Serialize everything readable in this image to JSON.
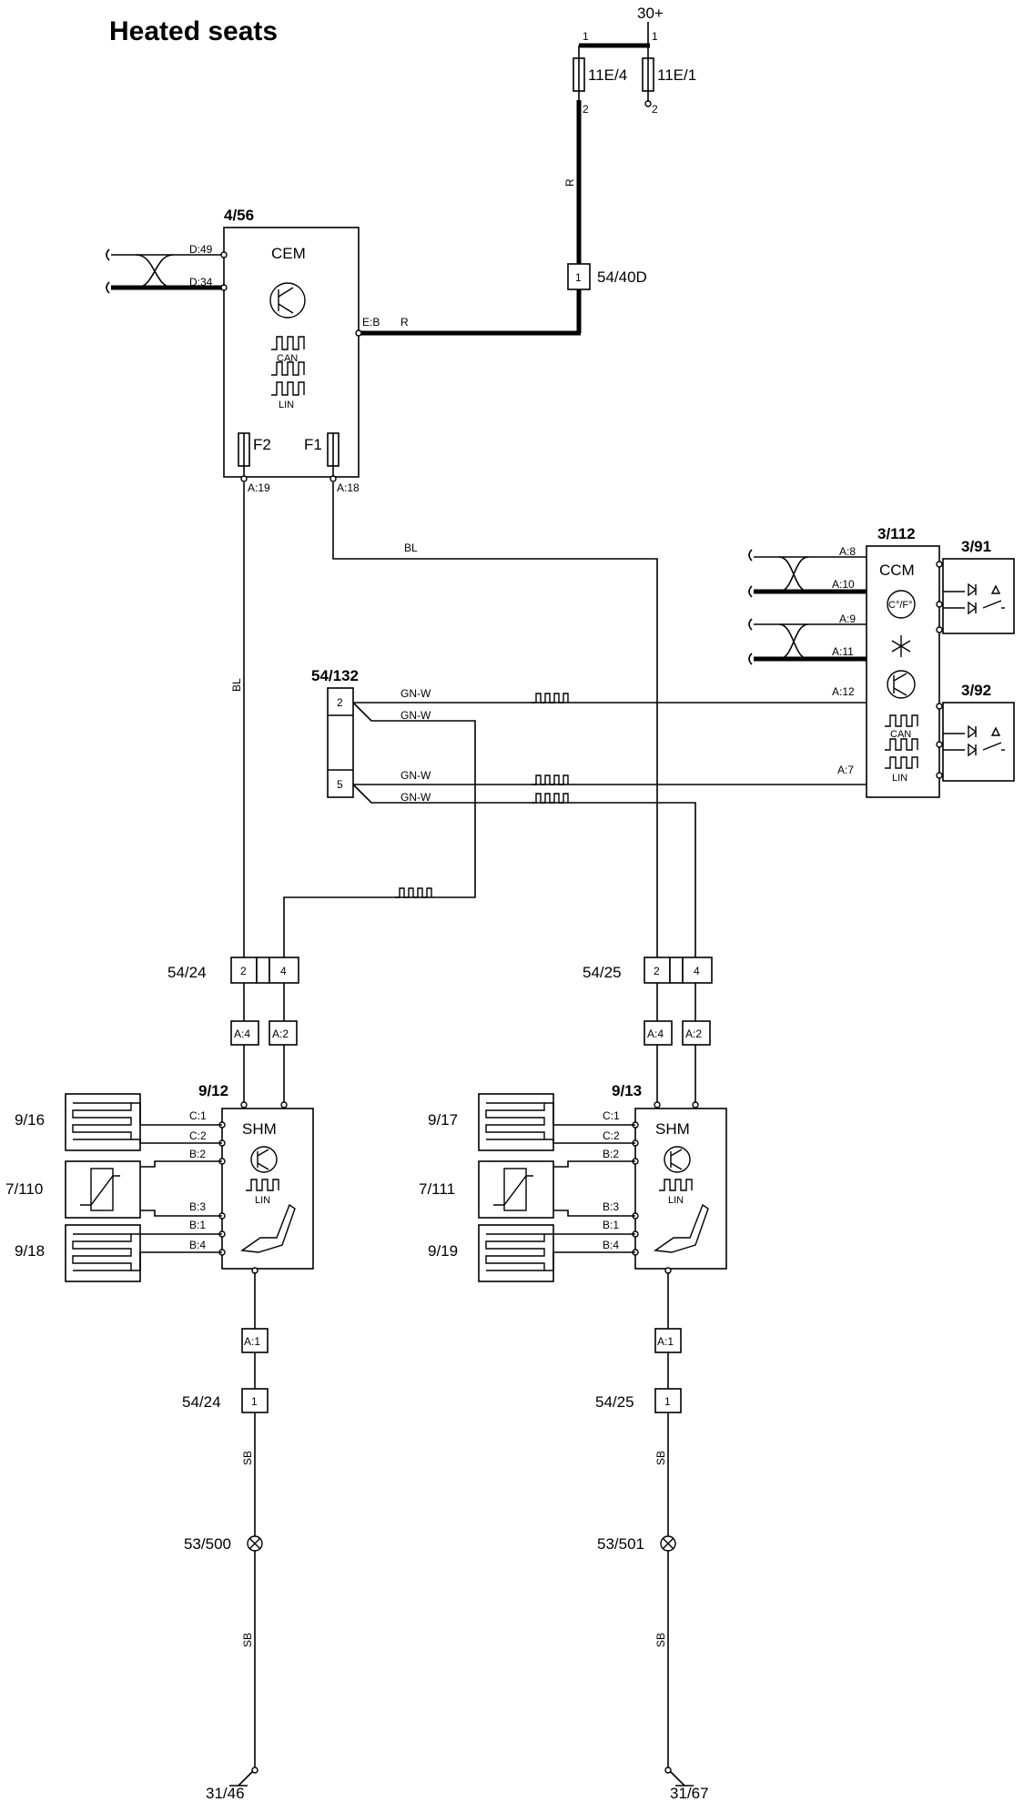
{
  "title": "Heated seats",
  "supply": {
    "terminal": "30+",
    "fuse_a": "11E/4",
    "fuse_b": "11E/1",
    "pin1": "1",
    "pin2": "2",
    "wire_color_r": "R"
  },
  "connector_54_40d": {
    "id": "54/40D",
    "pin": "1"
  },
  "cem": {
    "id": "4/56",
    "name": "CEM",
    "can": "CAN",
    "lin": "LIN",
    "fuse_f1": "F1",
    "fuse_f2": "F2",
    "pin_d49": "D:49",
    "pin_d34": "D:34",
    "pin_eb": "E:B",
    "pin_a19": "A:19",
    "pin_a18": "A:18"
  },
  "ccm": {
    "id": "3/112",
    "name": "CCM",
    "can": "CAN",
    "lin": "LIN",
    "temp_symbol": "C°/F°",
    "pin_a8": "A:8",
    "pin_a10": "A:10",
    "pin_a9": "A:9",
    "pin_a11": "A:11",
    "pin_a12": "A:12",
    "pin_a7": "A:7"
  },
  "switch_3_91": "3/91",
  "switch_3_92": "3/92",
  "connector_54_132": {
    "id": "54/132",
    "pin2": "2",
    "pin5": "5"
  },
  "wire_colors": {
    "bl": "BL",
    "gn_w": "GN-W",
    "sb": "SB"
  },
  "left": {
    "conn_top": "54/24",
    "pin2": "2",
    "pin4": "4",
    "pin_a4": "A:4",
    "pin_a2": "A:2",
    "module_id": "9/12",
    "module_name": "SHM",
    "lin": "LIN",
    "pin_c1": "C:1",
    "pin_c2": "C:2",
    "pin_b2": "B:2",
    "pin_b3": "B:3",
    "pin_b1": "B:1",
    "pin_b4": "B:4",
    "heater_top": "9/16",
    "sensor": "7/110",
    "heater_bottom": "9/18",
    "pin_a1": "A:1",
    "conn_bottom": "54/24",
    "conn_bottom_pin": "1",
    "splice": "53/500",
    "ground": "31/46"
  },
  "right": {
    "conn_top": "54/25",
    "pin2": "2",
    "pin4": "4",
    "pin_a4": "A:4",
    "pin_a2": "A:2",
    "module_id": "9/13",
    "module_name": "SHM",
    "lin": "LIN",
    "pin_c1": "C:1",
    "pin_c2": "C:2",
    "pin_b2": "B:2",
    "pin_b3": "B:3",
    "pin_b1": "B:1",
    "pin_b4": "B:4",
    "heater_top": "9/17",
    "sensor": "7/111",
    "heater_bottom": "9/19",
    "pin_a1": "A:1",
    "conn_bottom": "54/25",
    "conn_bottom_pin": "1",
    "splice": "53/501",
    "ground": "31/67"
  }
}
